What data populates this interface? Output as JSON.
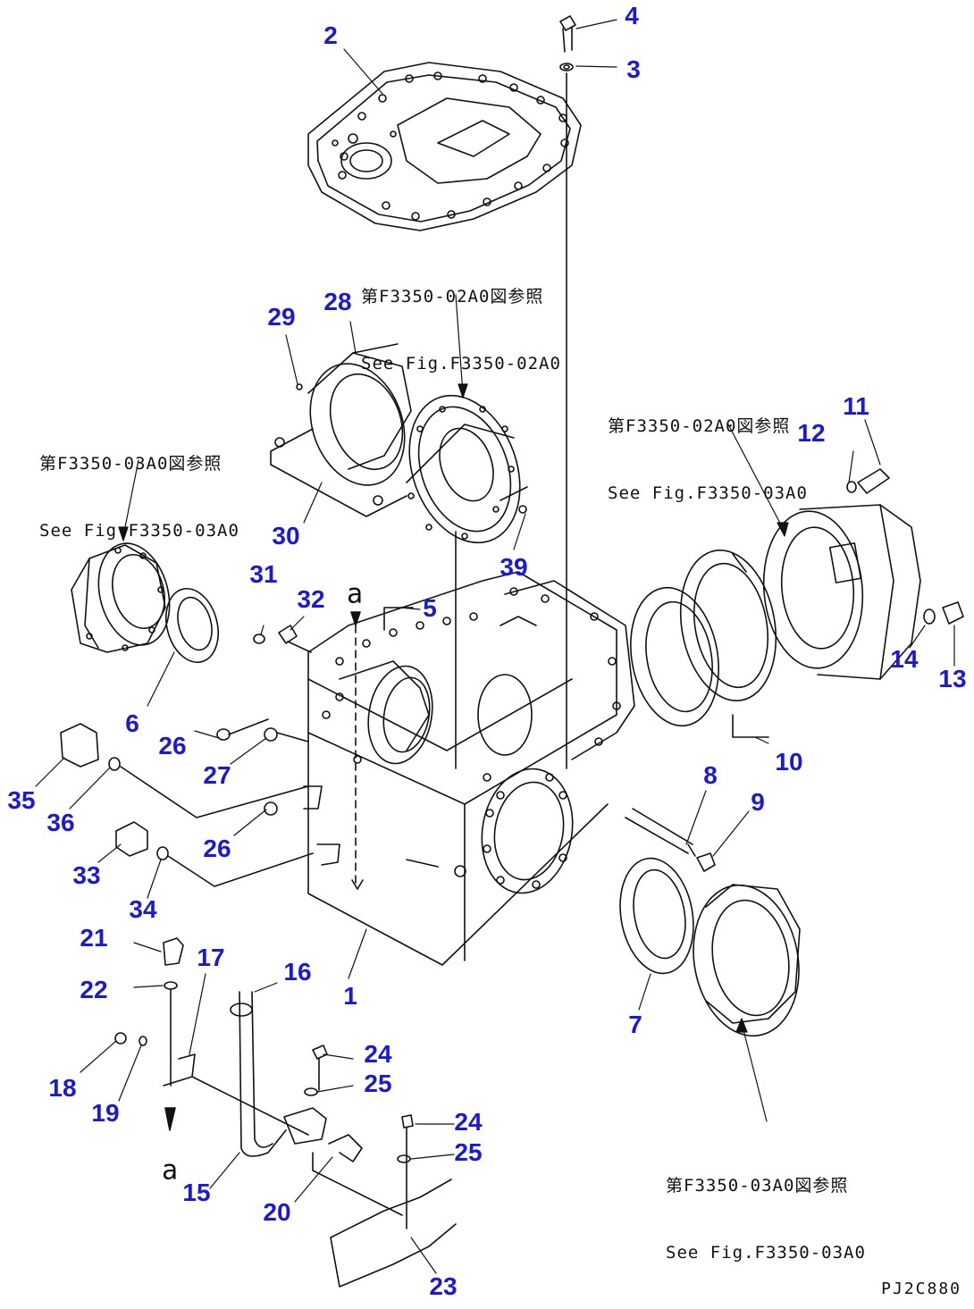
{
  "drawing_code": "PJ2C880",
  "colors": {
    "callout": "#1a1ad6",
    "line": "#111111"
  },
  "references": {
    "ref_a": {
      "jp": "第F3350-02A0図参照",
      "en": "See Fig.F3350-02A0"
    },
    "ref_b": {
      "jp": "第F3350-03A0図参照",
      "en": "See Fig.F3350-03A0"
    },
    "ref_c": {
      "jp": "第F3350-02A0図参照",
      "en": "See Fig.F3350-03A0"
    },
    "ref_d": {
      "jp": "第F3350-03A0図参照",
      "en": "See Fig.F3350-03A0"
    }
  },
  "connector_letter": "a",
  "part_numbers": {
    "p1": "1",
    "p2": "2",
    "p3": "3",
    "p4": "4",
    "p5": "5",
    "p6": "6",
    "p7": "7",
    "p8": "8",
    "p9": "9",
    "p10": "10",
    "p11": "11",
    "p12": "12",
    "p13": "13",
    "p14": "14",
    "p15": "15",
    "p16": "16",
    "p17": "17",
    "p18": "18",
    "p19": "19",
    "p20": "20",
    "p21": "21",
    "p22": "22",
    "p23": "23",
    "p24a": "24",
    "p24b": "24",
    "p25a": "25",
    "p25b": "25",
    "p26a": "26",
    "p26b": "26",
    "p27": "27",
    "p28": "28",
    "p29": "29",
    "p30": "30",
    "p31": "31",
    "p32": "32",
    "p33": "33",
    "p34": "34",
    "p35": "35",
    "p36": "36",
    "p39": "39"
  }
}
